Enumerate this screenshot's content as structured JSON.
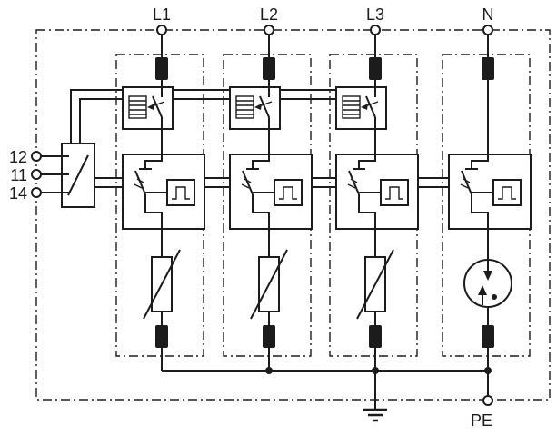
{
  "colors": {
    "line": "#1c1c1c",
    "background": "#ffffff"
  },
  "terminals": {
    "phases": [
      "L1",
      "L2",
      "L3",
      "N"
    ],
    "protective_earth": "PE",
    "remote_signalling": [
      "12",
      "11",
      "14"
    ]
  }
}
